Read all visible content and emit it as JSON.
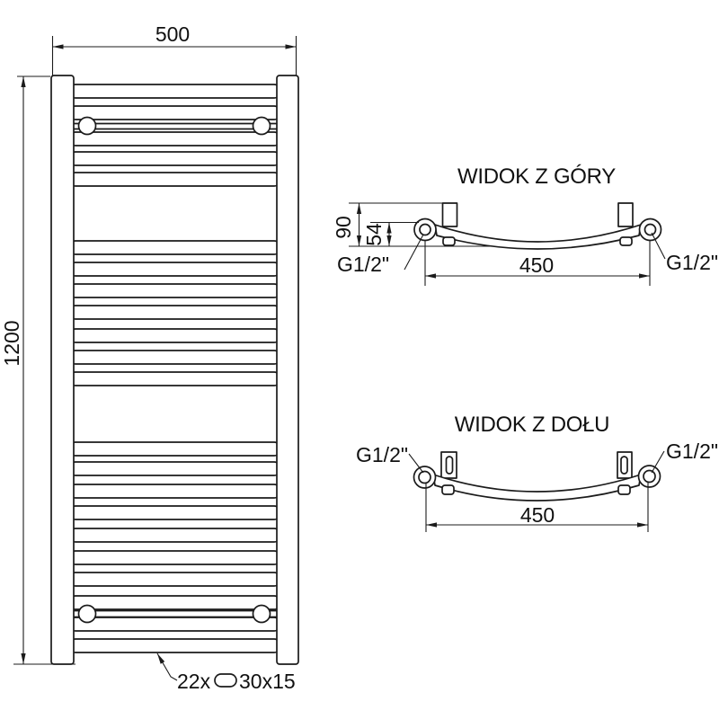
{
  "drawing": {
    "colors": {
      "line": "#1b1b1b",
      "background": "#ffffff"
    },
    "front_view": {
      "width_dim": "500",
      "height_dim": "1200",
      "rung_count": 22,
      "rung_count_label": "22x",
      "rung_profile_label": "30x15"
    },
    "top_view": {
      "title": "WIDOK Z GÓRY",
      "depth_dim": "90",
      "axis_dim": "54",
      "span_dim": "450",
      "left_connection": "G1/2\"",
      "right_connection": "G1/2\""
    },
    "bottom_view": {
      "title": "WIDOK Z DOŁU",
      "span_dim": "450",
      "left_connection": "G1/2\"",
      "right_connection": "G1/2\""
    }
  }
}
